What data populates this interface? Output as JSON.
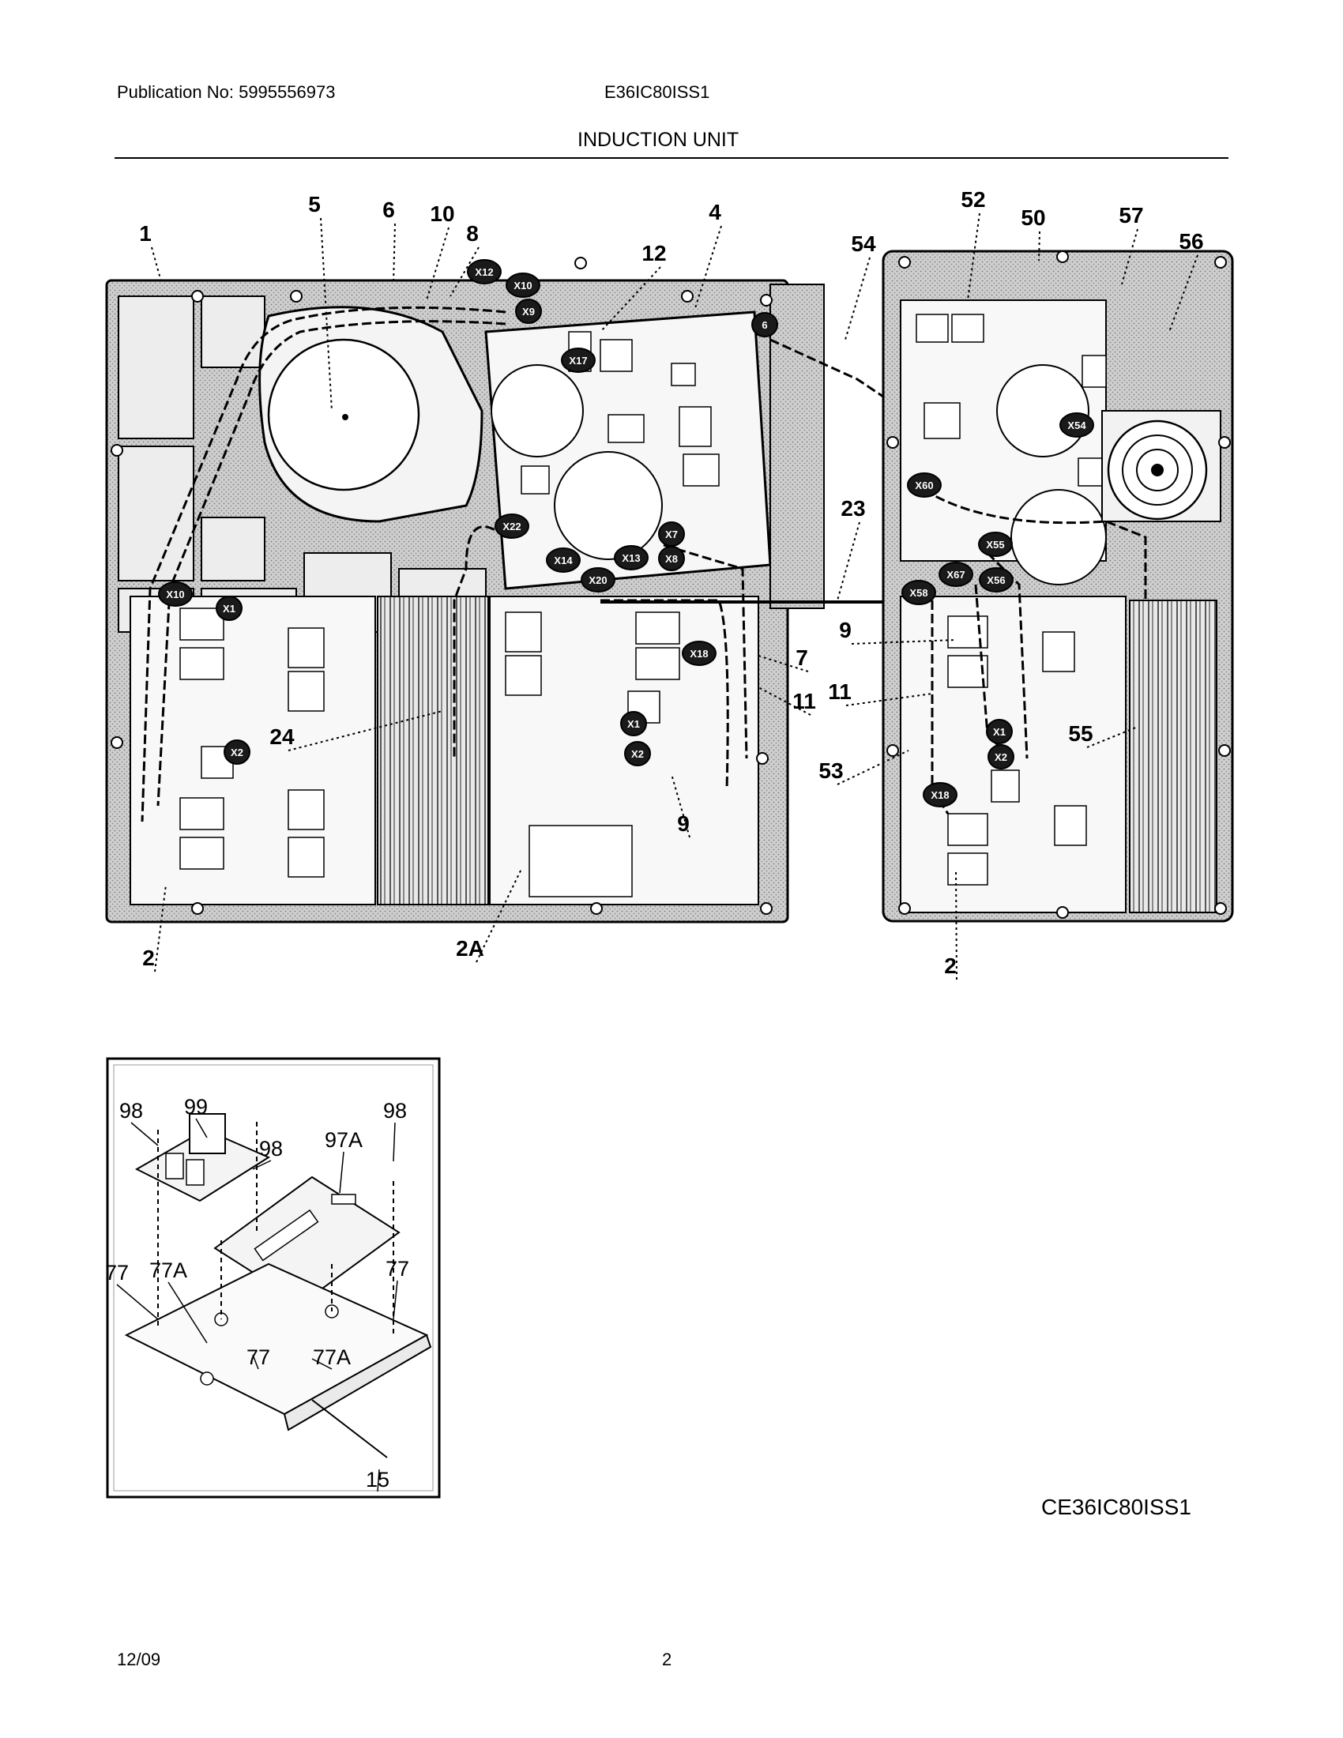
{
  "header": {
    "publication": "Publication No: 5995556973",
    "model": "E36IC80ISS1",
    "section_title": "INDUCTION UNIT"
  },
  "footer": {
    "date": "12/09",
    "page_number": "2",
    "drawing_code": "CE36IC80ISS1"
  },
  "main_callouts": [
    "1",
    "5",
    "6",
    "10",
    "8",
    "12",
    "4",
    "54",
    "52",
    "50",
    "57",
    "56",
    "23",
    "7",
    "11",
    "9",
    "24",
    "2",
    "2A",
    "53",
    "55",
    "9",
    "11",
    "2"
  ],
  "main_connectors": [
    "X12",
    "X10",
    "X9",
    "X17",
    "6",
    "X22",
    "X14",
    "X13",
    "X20",
    "X7",
    "X8",
    "X18",
    "X1",
    "X2",
    "X10",
    "X1",
    "X2",
    "X54",
    "X60",
    "X55",
    "X58",
    "X67",
    "X56",
    "X1",
    "X2",
    "X18"
  ],
  "inset_callouts": [
    "98",
    "99",
    "97A",
    "98",
    "98",
    "77",
    "77A",
    "77",
    "77",
    "77A",
    "15"
  ],
  "colors": {
    "line": "#000000",
    "stipple": "#9a9a9a",
    "board": "#f7f7f7",
    "connector_fill": "#1a1a1a"
  }
}
